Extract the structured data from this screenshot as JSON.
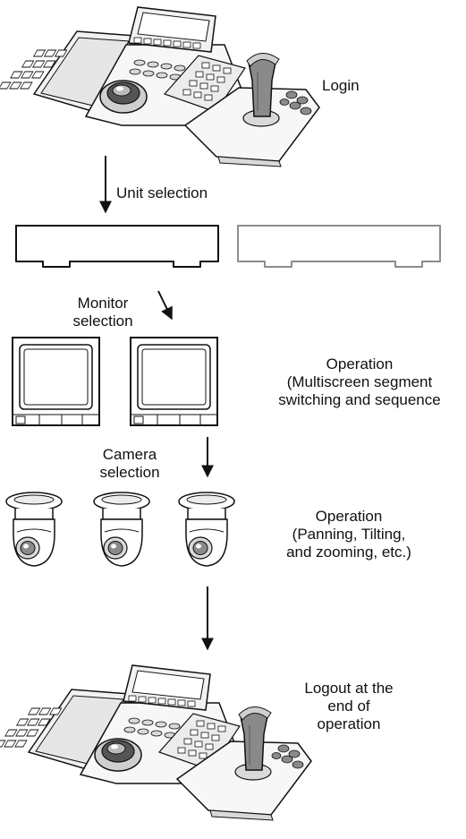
{
  "labels": {
    "login": "Login",
    "unit_selection": "Unit selection",
    "monitor_selection_line1": "Monitor",
    "monitor_selection_line2": "selection",
    "operation_monitor_line1": "Operation",
    "operation_monitor_line2": "(Multiscreen segment",
    "operation_monitor_line3": "switching and sequence",
    "camera_selection_line1": "Camera",
    "camera_selection_line2": "selection",
    "operation_camera_line1": "Operation",
    "operation_camera_line2": "(Panning, Tilting,",
    "operation_camera_line3": "and zooming, etc.)",
    "logout_line1": "Logout at the",
    "logout_line2": "end of",
    "logout_line3": "operation"
  },
  "icons": {
    "controller": "system-controller-icon",
    "joystick": "joystick-icon",
    "unit": "recorder-unit-icon",
    "monitor": "monitor-icon",
    "camera": "dome-camera-icon",
    "arrow": "arrow-down-icon"
  },
  "colors": {
    "line": "#111111",
    "fill_light": "#f2f2f2",
    "fill_mid": "#d9d9d9",
    "fill_dark": "#8a8a8a",
    "inactive_unit": "#8c8c8c"
  }
}
